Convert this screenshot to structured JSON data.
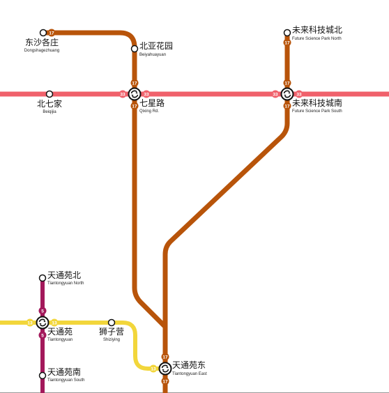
{
  "lines": {
    "line17": {
      "number": "17",
      "color": "#B8540A"
    },
    "line33": {
      "number": "33",
      "color": "#F0616B"
    },
    "line5": {
      "number": "5",
      "color": "#A3195B"
    },
    "line13": {
      "number": "13",
      "color": "#F2D63B"
    }
  },
  "stations": {
    "dongshagezhuang": {
      "zh": "东沙各庄",
      "en": "Dongshagezhuang"
    },
    "beiyahuayuan": {
      "zh": "北亚花园",
      "en": "Beiyahuayuan"
    },
    "beiqijia": {
      "zh": "北七家",
      "en": "Beiqijia"
    },
    "qixing_rd": {
      "zh": "七星路",
      "en": "Qixing Rd."
    },
    "fsp_north": {
      "zh": "未来科技城北",
      "en": "Future Science Park North"
    },
    "fsp_south": {
      "zh": "未来科技城南",
      "en": "Future Science Park South"
    },
    "tiantongyuan_north": {
      "zh": "天通苑北",
      "en": "Tiantongyuan North"
    },
    "tiantongyuan": {
      "zh": "天通苑",
      "en": "Tiantongyuan"
    },
    "shiziying": {
      "zh": "狮子营",
      "en": "Shiziying"
    },
    "tiantongyuan_east": {
      "zh": "天通苑东",
      "en": "Tiantongyuan East"
    },
    "tiantongyuan_south": {
      "zh": "天通苑南",
      "en": "Tiantongyuan South"
    }
  }
}
